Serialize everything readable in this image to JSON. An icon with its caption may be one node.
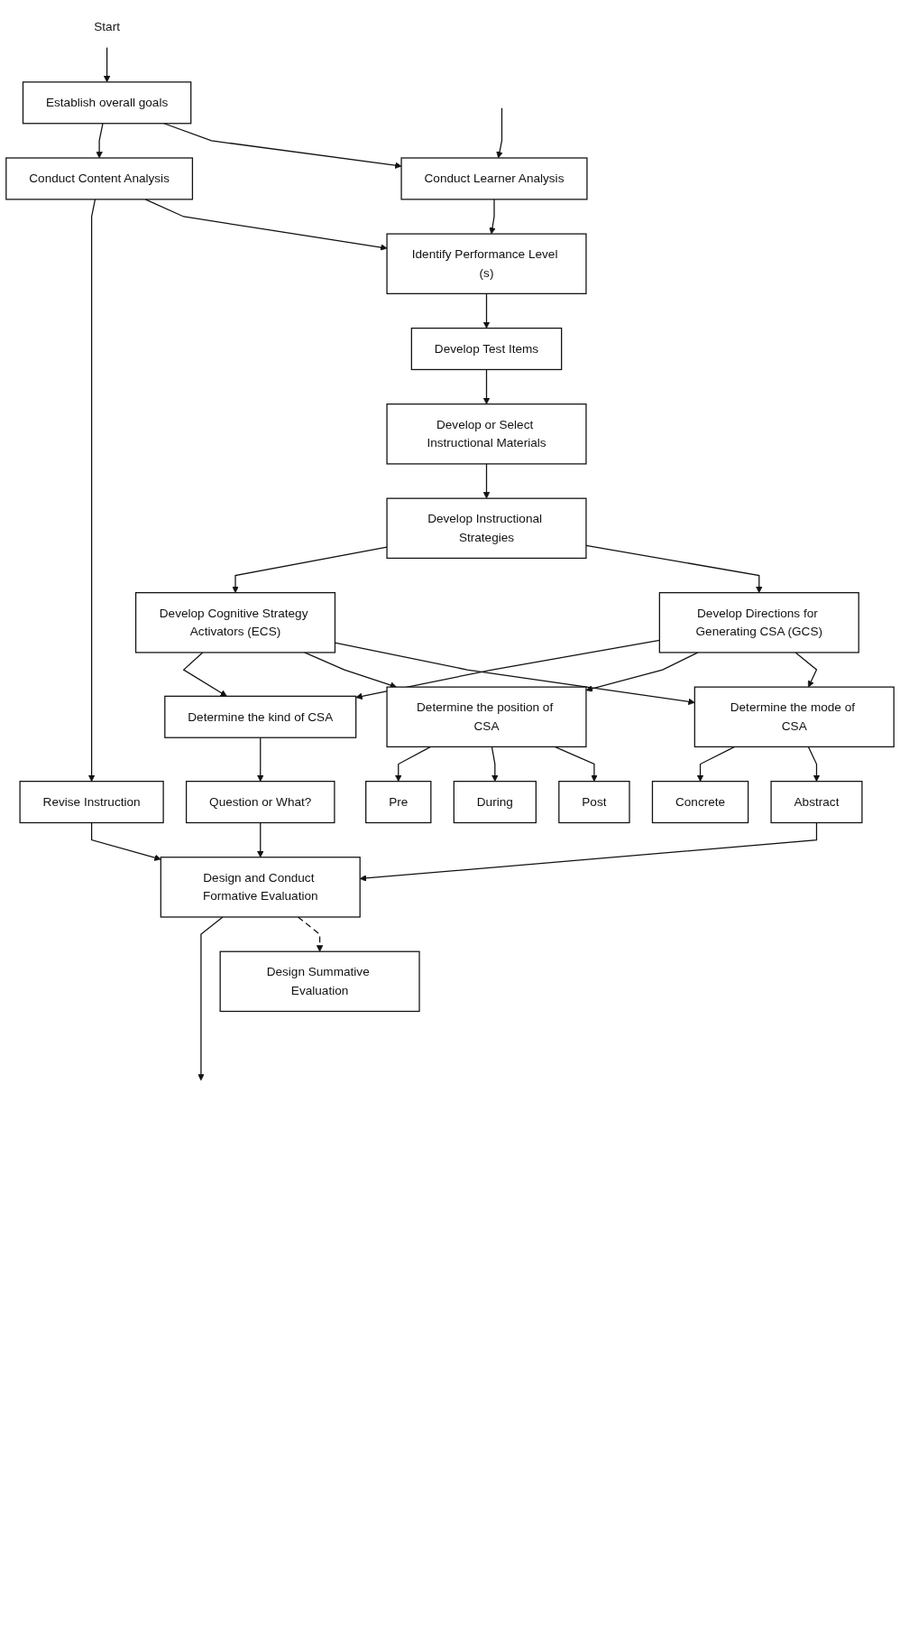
{
  "diagram": {
    "nodes": [
      {
        "text": [
          "Start"
        ]
      },
      {
        "text": [
          "Establish overall goals"
        ]
      },
      {
        "text": [
          "Conduct Content Analysis"
        ]
      },
      {
        "text": [
          "Conduct Learner Analysis"
        ]
      },
      {
        "text": [
          "Revise Instruction"
        ]
      },
      {
        "text": [
          "Identify Performance Level (s)"
        ]
      },
      {
        "text": [
          "Develop Test Items"
        ]
      },
      {
        "text": [
          "Develop or Select Instructional Materials"
        ]
      },
      {
        "text": [
          "Develop Instructional Strategies"
        ]
      },
      {
        "text": [
          "Develop Cognitive Strategy Activators (ECS)"
        ]
      },
      {
        "text": [
          "Develop Directions for Generating CSA (GCS)"
        ]
      },
      {
        "text": [
          "Determine the kind of CSA"
        ]
      },
      {
        "text": [
          "Determine the position of CSA"
        ]
      },
      {
        "text": [
          "Determine the mode of CSA"
        ]
      },
      {
        "text": [
          "Question or What?"
        ]
      },
      {
        "text": [
          "Pre"
        ]
      },
      {
        "text": [
          "During"
        ]
      },
      {
        "text": [
          "Post"
        ]
      },
      {
        "text": [
          "Concrete"
        ]
      },
      {
        "text": [
          "Abstract"
        ]
      },
      {
        "text": [
          "Design and Conduct Formative Evaluation"
        ]
      },
      {
        "text": [
          "Design Summative Evaluation"
        ]
      }
    ],
    "edges": [
      {
        "from": 0,
        "to": 1,
        "arrow": "to"
      },
      {
        "from": 1,
        "to": 2,
        "arrow": "to"
      },
      {
        "from": 1,
        "to": 3,
        "arrow": "to"
      },
      {
        "from": null,
        "to": 3,
        "arrow": "to"
      },
      {
        "from": 2,
        "to": 4,
        "arrow": "to"
      },
      {
        "from": 2,
        "to": 5,
        "arrow": "to"
      },
      {
        "from": 3,
        "to": 5,
        "arrow": "to"
      },
      {
        "from": 5,
        "to": 6,
        "arrow": "to"
      },
      {
        "from": 6,
        "to": 7,
        "arrow": "to"
      },
      {
        "from": 7,
        "to": 8,
        "arrow": "to"
      },
      {
        "from": 8,
        "to": 9,
        "arrow": "to"
      },
      {
        "from": 8,
        "to": 10,
        "arrow": "to"
      },
      {
        "from": 9,
        "to": 11,
        "arrow": "to"
      },
      {
        "from": 9,
        "to": 12,
        "arrow": "to"
      },
      {
        "from": 9,
        "to": 13,
        "arrow": "to"
      },
      {
        "from": 10,
        "to": 11,
        "arrow": "to"
      },
      {
        "from": 10,
        "to": 12,
        "arrow": "to"
      },
      {
        "from": 10,
        "to": 13,
        "arrow": "to"
      },
      {
        "from": 11,
        "to": 14,
        "arrow": "to"
      },
      {
        "from": 12,
        "to": 15,
        "arrow": "to"
      },
      {
        "from": 12,
        "to": 16,
        "arrow": "to"
      },
      {
        "from": 12,
        "to": 17,
        "arrow": "to"
      },
      {
        "from": 13,
        "to": 18,
        "arrow": "to"
      },
      {
        "from": 13,
        "to": 19,
        "arrow": "to"
      },
      {
        "from": 14,
        "to": 20,
        "arrow": "to"
      },
      {
        "from": 19,
        "to": 20,
        "arrow": "to"
      },
      {
        "from": 4,
        "to": 20,
        "arrow": "to"
      },
      {
        "from": 20,
        "to": null,
        "arrow": "to"
      },
      {
        "from": 20,
        "to": 21,
        "arrow": "to",
        "style": "dashed"
      }
    ]
  }
}
